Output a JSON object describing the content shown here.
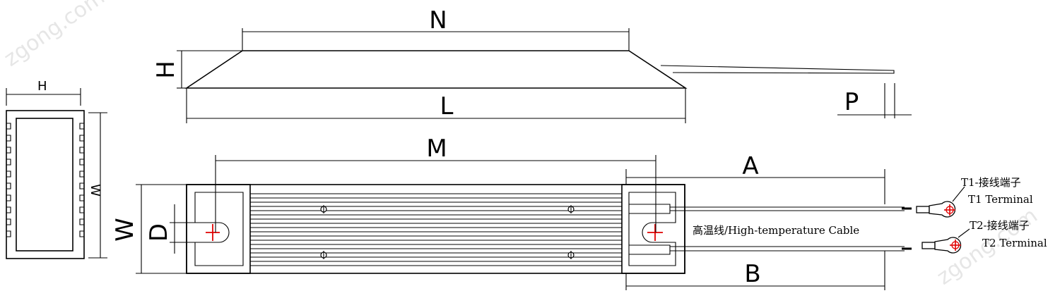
{
  "labels": {
    "N": "N",
    "L": "L",
    "H_side": "H",
    "H_end": "H",
    "W_end": "W",
    "W_top": "W",
    "D": "D",
    "M": "M",
    "A": "A",
    "B": "B",
    "P": "P"
  },
  "annotations": {
    "cable": "高温线/High-temperature Cable",
    "t1_cn": "T1-接线端子",
    "t1_en": "T1 Terminal",
    "t2_cn": "T2-接线端子",
    "t2_en": "T2 Terminal"
  },
  "watermark": "zgong.com",
  "colors": {
    "line": "#000000",
    "mark": "#e00000",
    "watermark": "#e6e6e6"
  }
}
